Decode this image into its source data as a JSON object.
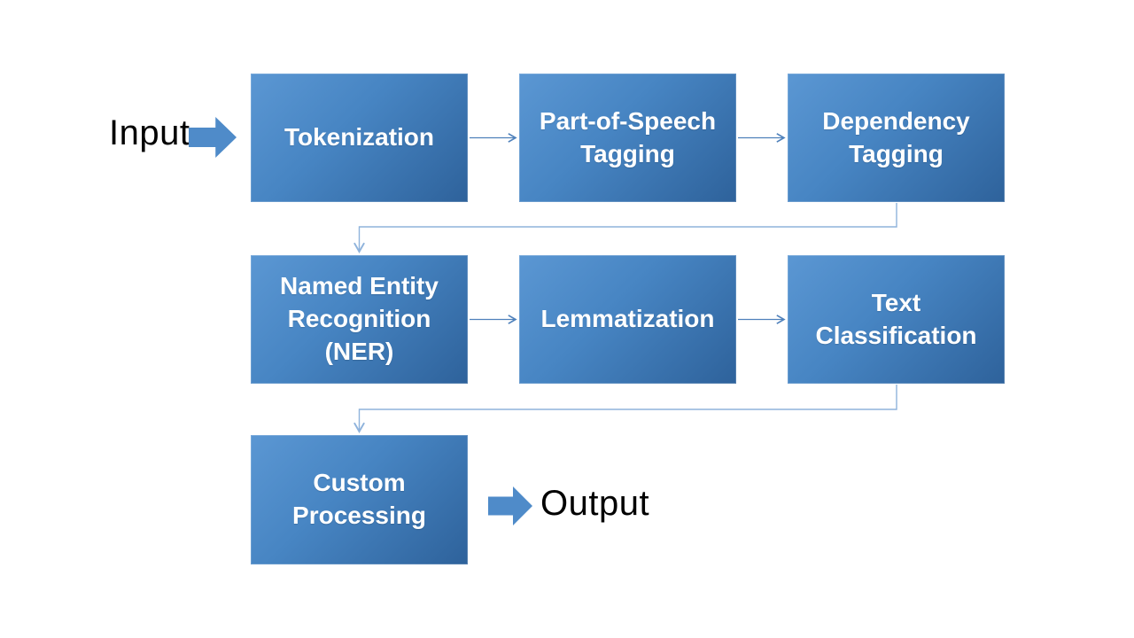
{
  "diagram": {
    "input_label": "Input",
    "output_label": "Output",
    "nodes": [
      {
        "id": "tokenization",
        "label": "Tokenization"
      },
      {
        "id": "pos-tagging",
        "label": "Part-of-Speech\nTagging"
      },
      {
        "id": "dependency-tagging",
        "label": "Dependency\nTagging"
      },
      {
        "id": "ner",
        "label": "Named Entity\nRecognition\n(NER)"
      },
      {
        "id": "lemmatization",
        "label": "Lemmatization"
      },
      {
        "id": "text-classification",
        "label": "Text\nClassification"
      },
      {
        "id": "custom-processing",
        "label": "Custom\nProcessing"
      }
    ],
    "edges": [
      {
        "from": "input",
        "to": "tokenization"
      },
      {
        "from": "tokenization",
        "to": "pos-tagging"
      },
      {
        "from": "pos-tagging",
        "to": "dependency-tagging"
      },
      {
        "from": "dependency-tagging",
        "to": "ner"
      },
      {
        "from": "ner",
        "to": "lemmatization"
      },
      {
        "from": "lemmatization",
        "to": "text-classification"
      },
      {
        "from": "text-classification",
        "to": "custom-processing"
      },
      {
        "from": "custom-processing",
        "to": "output"
      }
    ],
    "colors": {
      "background": "#ffffff",
      "box_gradient_light": "#5b97d3",
      "box_gradient_mid": "#4785c3",
      "box_gradient_dark": "#2e629b",
      "box_text": "#ffffff",
      "block_arrow": "#4f8bc9",
      "connector": "#4f81bb",
      "elbow_connector": "#8fb3dc",
      "io_label_text": "#000000"
    }
  }
}
